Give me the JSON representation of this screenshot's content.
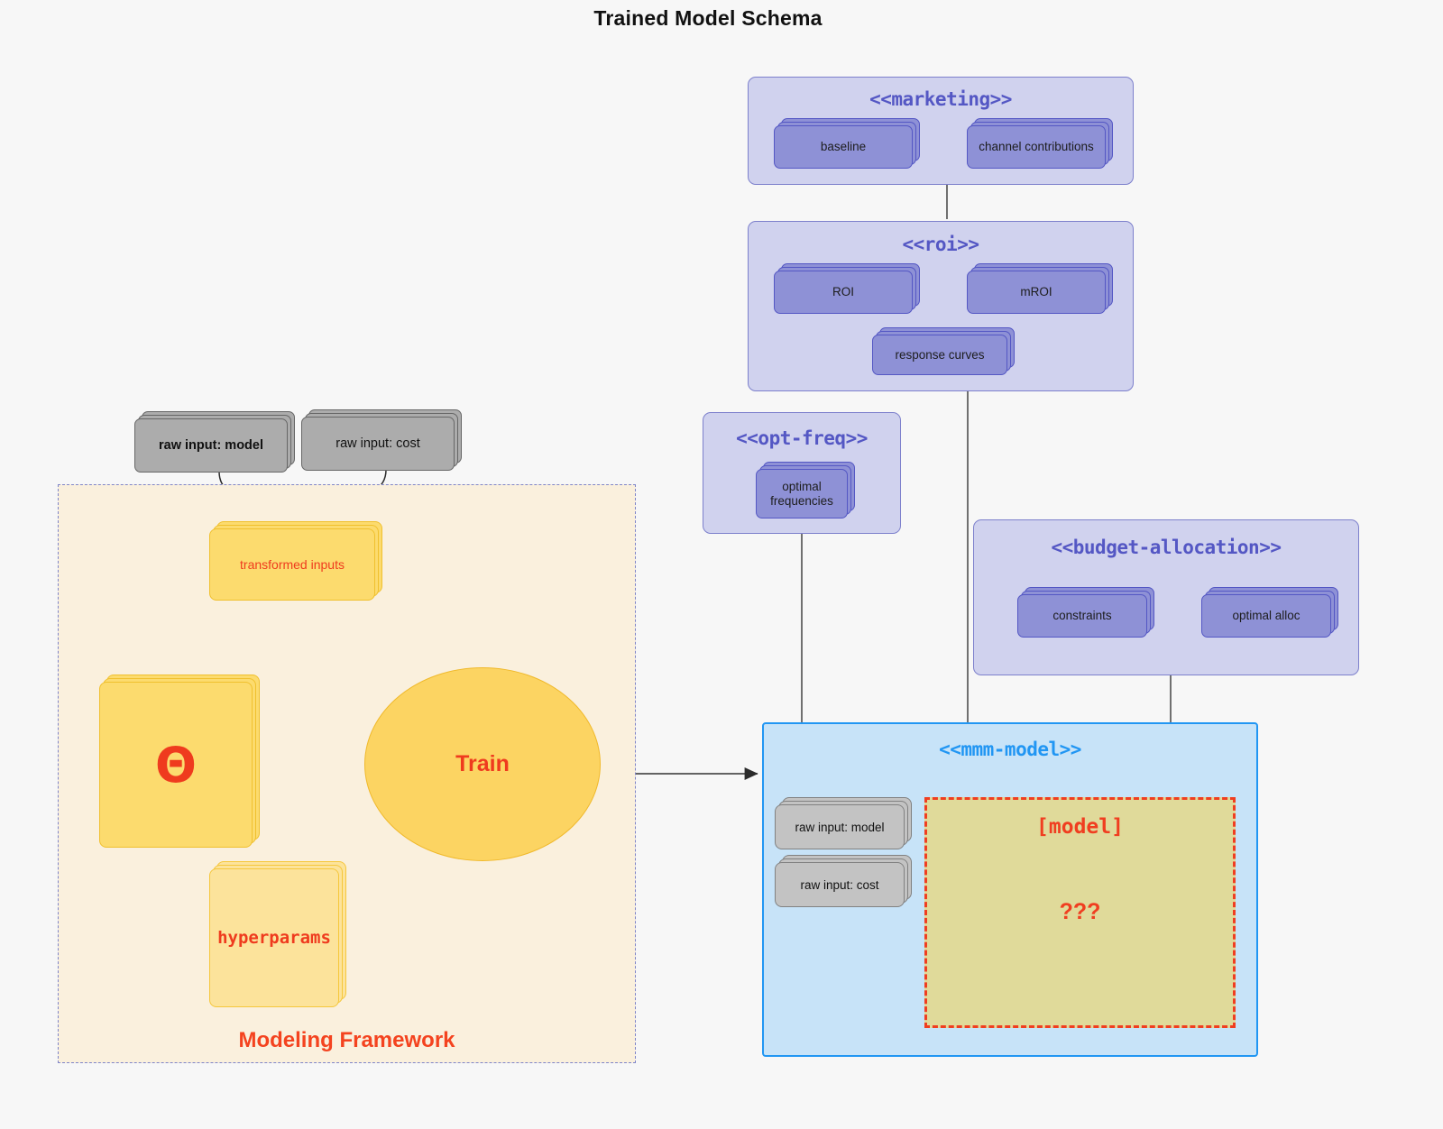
{
  "title": "Trained Model Schema",
  "packages": {
    "marketing": {
      "stereotype": "<<marketing>>",
      "nodes": [
        {
          "label": "baseline"
        },
        {
          "label": "channel contributions"
        }
      ]
    },
    "roi": {
      "stereotype": "<<roi>>",
      "nodes": [
        {
          "label": "ROI"
        },
        {
          "label": "mROI"
        },
        {
          "label": "response curves"
        }
      ]
    },
    "opt_freq": {
      "stereotype": "<<opt-freq>>",
      "nodes": [
        {
          "label": "optimal frequencies"
        }
      ]
    },
    "budget_allocation": {
      "stereotype": "<<budget-allocation>>",
      "nodes": [
        {
          "label": "constraints"
        },
        {
          "label": "optimal alloc"
        }
      ]
    },
    "mmm_model": {
      "stereotype": "<<mmm-model>>",
      "inputs": [
        {
          "label": "raw input: model"
        },
        {
          "label": "raw input: cost"
        }
      ],
      "model_box": {
        "title": "[model]",
        "body": "???"
      }
    }
  },
  "raw_inputs": [
    {
      "label": "raw input: model"
    },
    {
      "label": "raw input: cost"
    }
  ],
  "framework": {
    "label": "Modeling Framework",
    "transformed_inputs": "transformed inputs",
    "theta": "Θ",
    "hyperparams": "hyperparams",
    "train": "Train"
  },
  "colors": {
    "package_fill": "#d0d2ee",
    "package_border": "#7d80cc",
    "package_text": "#5457c4",
    "node_fill": "#8e91d6",
    "gray_fill": "#acacac",
    "yellow_fill": "#fcdb6e",
    "accent_red": "#ef3b1e",
    "blue_border": "#2196f3",
    "blue_fill": "#c7e3f8",
    "khaki_fill": "#e0da9a",
    "framework_fill": "#faf0dd",
    "canvas_bg": "#f7f7f7"
  }
}
